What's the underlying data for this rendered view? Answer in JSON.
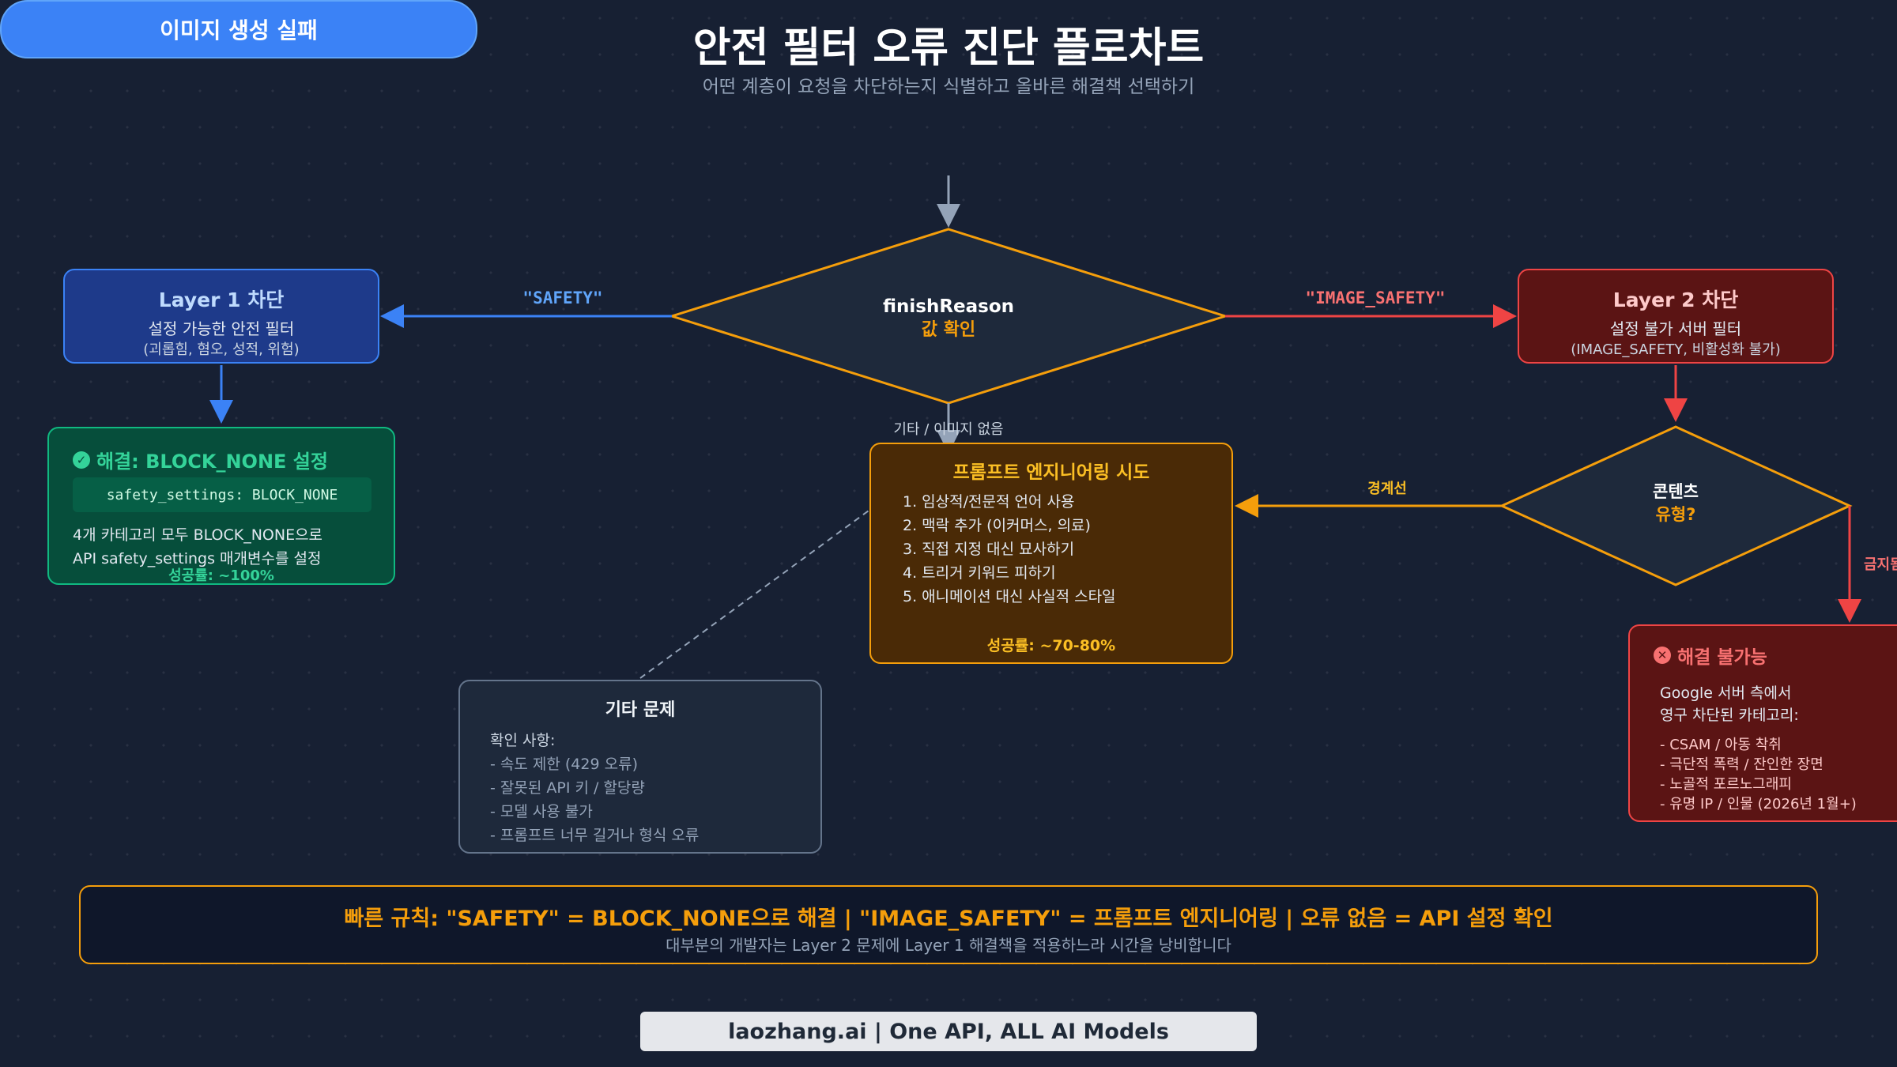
{
  "header": {
    "title": "안전 필터 오류 진단 플로차트",
    "subtitle": "어떤 계층이 요청을 차단하는지 식별하고 올바른 해결책 선택하기"
  },
  "start_node": {
    "label": "이미지 생성 실패"
  },
  "decision_main": {
    "line1": "finishReason",
    "line2": "값 확인"
  },
  "edges": {
    "safety": "\"SAFETY\"",
    "image_safety": "\"IMAGE_SAFETY\"",
    "other": "기타 / 이미지 없음",
    "borderline": "경계선",
    "forbidden": "금지됨"
  },
  "layer1": {
    "title": "Layer 1 차단",
    "subtitle": "설정 가능한 안전 필터",
    "note": "(괴롭힘, 혐오, 성적, 위험)"
  },
  "fix_block_none": {
    "title": "해결: BLOCK_NONE 설정",
    "code": "safety_settings: BLOCK_NONE",
    "line1": "4개 카테고리 모두 BLOCK_NONE으로",
    "line2": "API safety_settings 매개변수를 설정",
    "rate": "성공률: ~100%"
  },
  "layer2": {
    "title": "Layer 2 차단",
    "subtitle": "설정 불가 서버 필터",
    "note": "(IMAGE_SAFETY, 비활성화 불가)"
  },
  "decision_content": {
    "line1": "콘텐츠",
    "line2": "유형?"
  },
  "prompt_eng": {
    "title": "프롬프트 엔지니어링 시도",
    "items": [
      "1. 임상적/전문적 언어 사용",
      "2. 맥락 추가 (이커머스, 의료)",
      "3. 직접 지정 대신 묘사하기",
      "4. 트리거 키워드 피하기",
      "5. 애니메이션 대신 사실적 스타일"
    ],
    "rate": "성공률: ~70-80%"
  },
  "other_issues": {
    "title": "기타 문제",
    "subheading": "확인 사항:",
    "items": [
      "- 속도 제한 (429 오류)",
      "- 잘못된 API 키 / 할당량",
      "- 모델 사용 불가",
      "- 프롬프트 너무 길거나 형식 오류"
    ]
  },
  "unsolvable": {
    "title": "해결 불가능",
    "line1": "Google 서버 측에서",
    "line2": "영구 차단된 카테고리:",
    "items": [
      "- CSAM / 아동 착취",
      "- 극단적 폭력 / 잔인한 장면",
      "- 노골적 포르노그래피",
      "- 유명 IP / 인물 (2026년 1월+)"
    ]
  },
  "quick_rule": {
    "main": "빠른 규칙: \"SAFETY\" = BLOCK_NONE으로 해결 | \"IMAGE_SAFETY\" = 프롬프트 엔지니어링 | 오류 없음 = API 설정 확인",
    "sub": "대부분의 개발자는 Layer 2 문제에 Layer 1 해결책을 적용하느라 시간을 낭비합니다"
  },
  "footer": {
    "text": "laozhang.ai | One API, ALL AI Models"
  },
  "colors": {
    "background": "#172033",
    "blue": "#3b82f6",
    "green": "#10b981",
    "red": "#ef4444",
    "amber": "#f59e0b",
    "slate": "#94a3b8"
  }
}
